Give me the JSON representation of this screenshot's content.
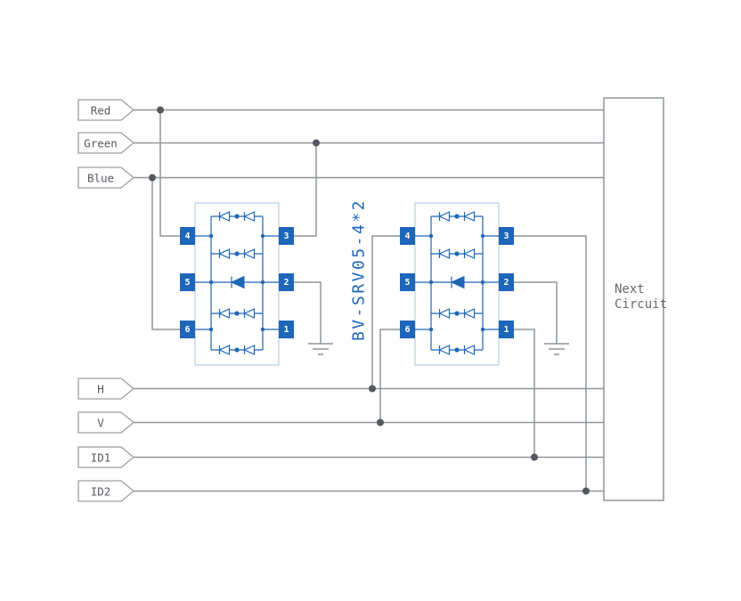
{
  "signals": [
    {
      "label": "Red"
    },
    {
      "label": "Green"
    },
    {
      "label": "Blue"
    },
    {
      "label": "H"
    },
    {
      "label": "V"
    },
    {
      "label": "ID1"
    },
    {
      "label": "ID2"
    }
  ],
  "chip": {
    "part_number": "BV-SRV05-4*2",
    "left_pins": [
      "4",
      "5",
      "6"
    ],
    "right_pins": [
      "3",
      "2",
      "1"
    ]
  },
  "next_circuit": {
    "line1": "Next",
    "line2": "Circuit"
  },
  "colors": {
    "wire": "#8f959b",
    "junction_dot": "#54575b",
    "chip_blue": "#1e66b8",
    "chip_outline": "#b7cde8",
    "label_text": "#555a5f",
    "background": "#ffffff"
  }
}
